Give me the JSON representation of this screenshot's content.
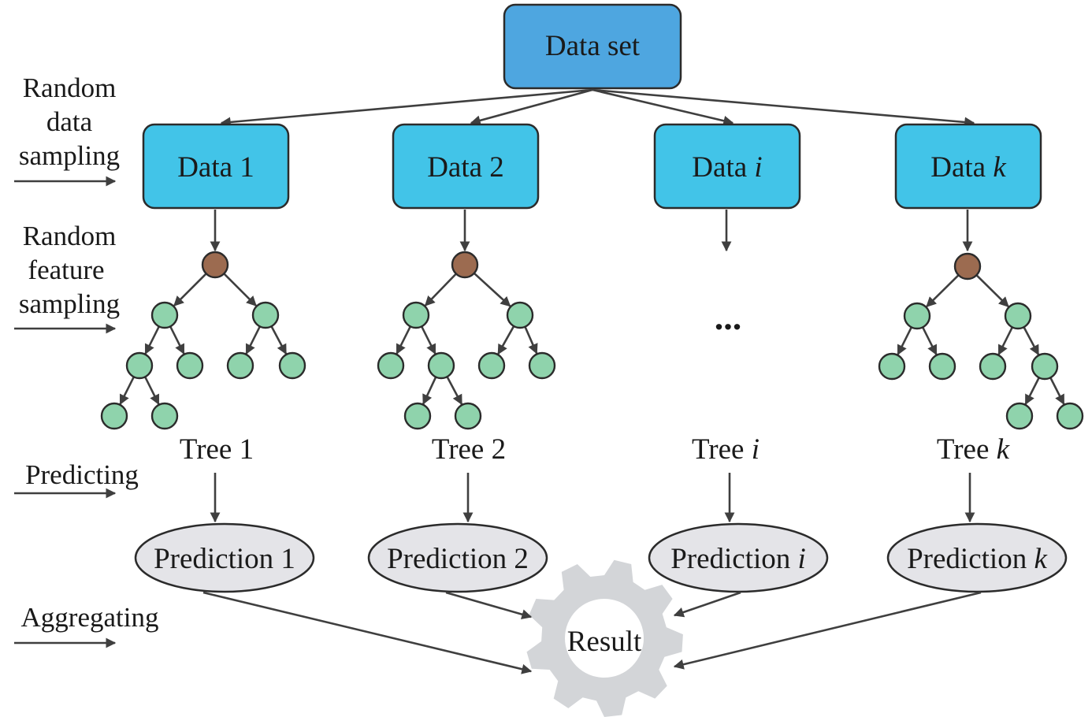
{
  "dataset": {
    "label": "Data set"
  },
  "stages": {
    "random_data_sampling": [
      "Random",
      "data",
      "sampling"
    ],
    "random_feature_sampling": [
      "Random",
      "feature",
      "sampling"
    ],
    "predicting": "Predicting",
    "aggregating": "Aggregating"
  },
  "columns": [
    {
      "data_label": "Data",
      "data_index": "1",
      "index_italic": false,
      "tree_label": "Tree",
      "prediction_label": "Prediction",
      "tree_drawn": true
    },
    {
      "data_label": "Data",
      "data_index": "2",
      "index_italic": false,
      "tree_label": "Tree",
      "prediction_label": "Prediction",
      "tree_drawn": true
    },
    {
      "data_label": "Data",
      "data_index": "i",
      "index_italic": true,
      "tree_label": "Tree",
      "prediction_label": "Prediction",
      "tree_drawn": false,
      "placeholder": "..."
    },
    {
      "data_label": "Data",
      "data_index": "k",
      "index_italic": true,
      "tree_label": "Tree",
      "prediction_label": "Prediction",
      "tree_drawn": true
    }
  ],
  "result": {
    "label": "Result"
  },
  "colors": {
    "dataset_fill": "#4ea6e0",
    "data_fill": "#42c4e8",
    "box_stroke": "#2b2b2b",
    "root_node": "#9c6b50",
    "leaf_node": "#8fd3ac",
    "node_stroke": "#2b2b2b",
    "prediction_fill": "#e4e4e8",
    "gear": "#d3d5d8",
    "arrow": "#3f3f3f"
  }
}
